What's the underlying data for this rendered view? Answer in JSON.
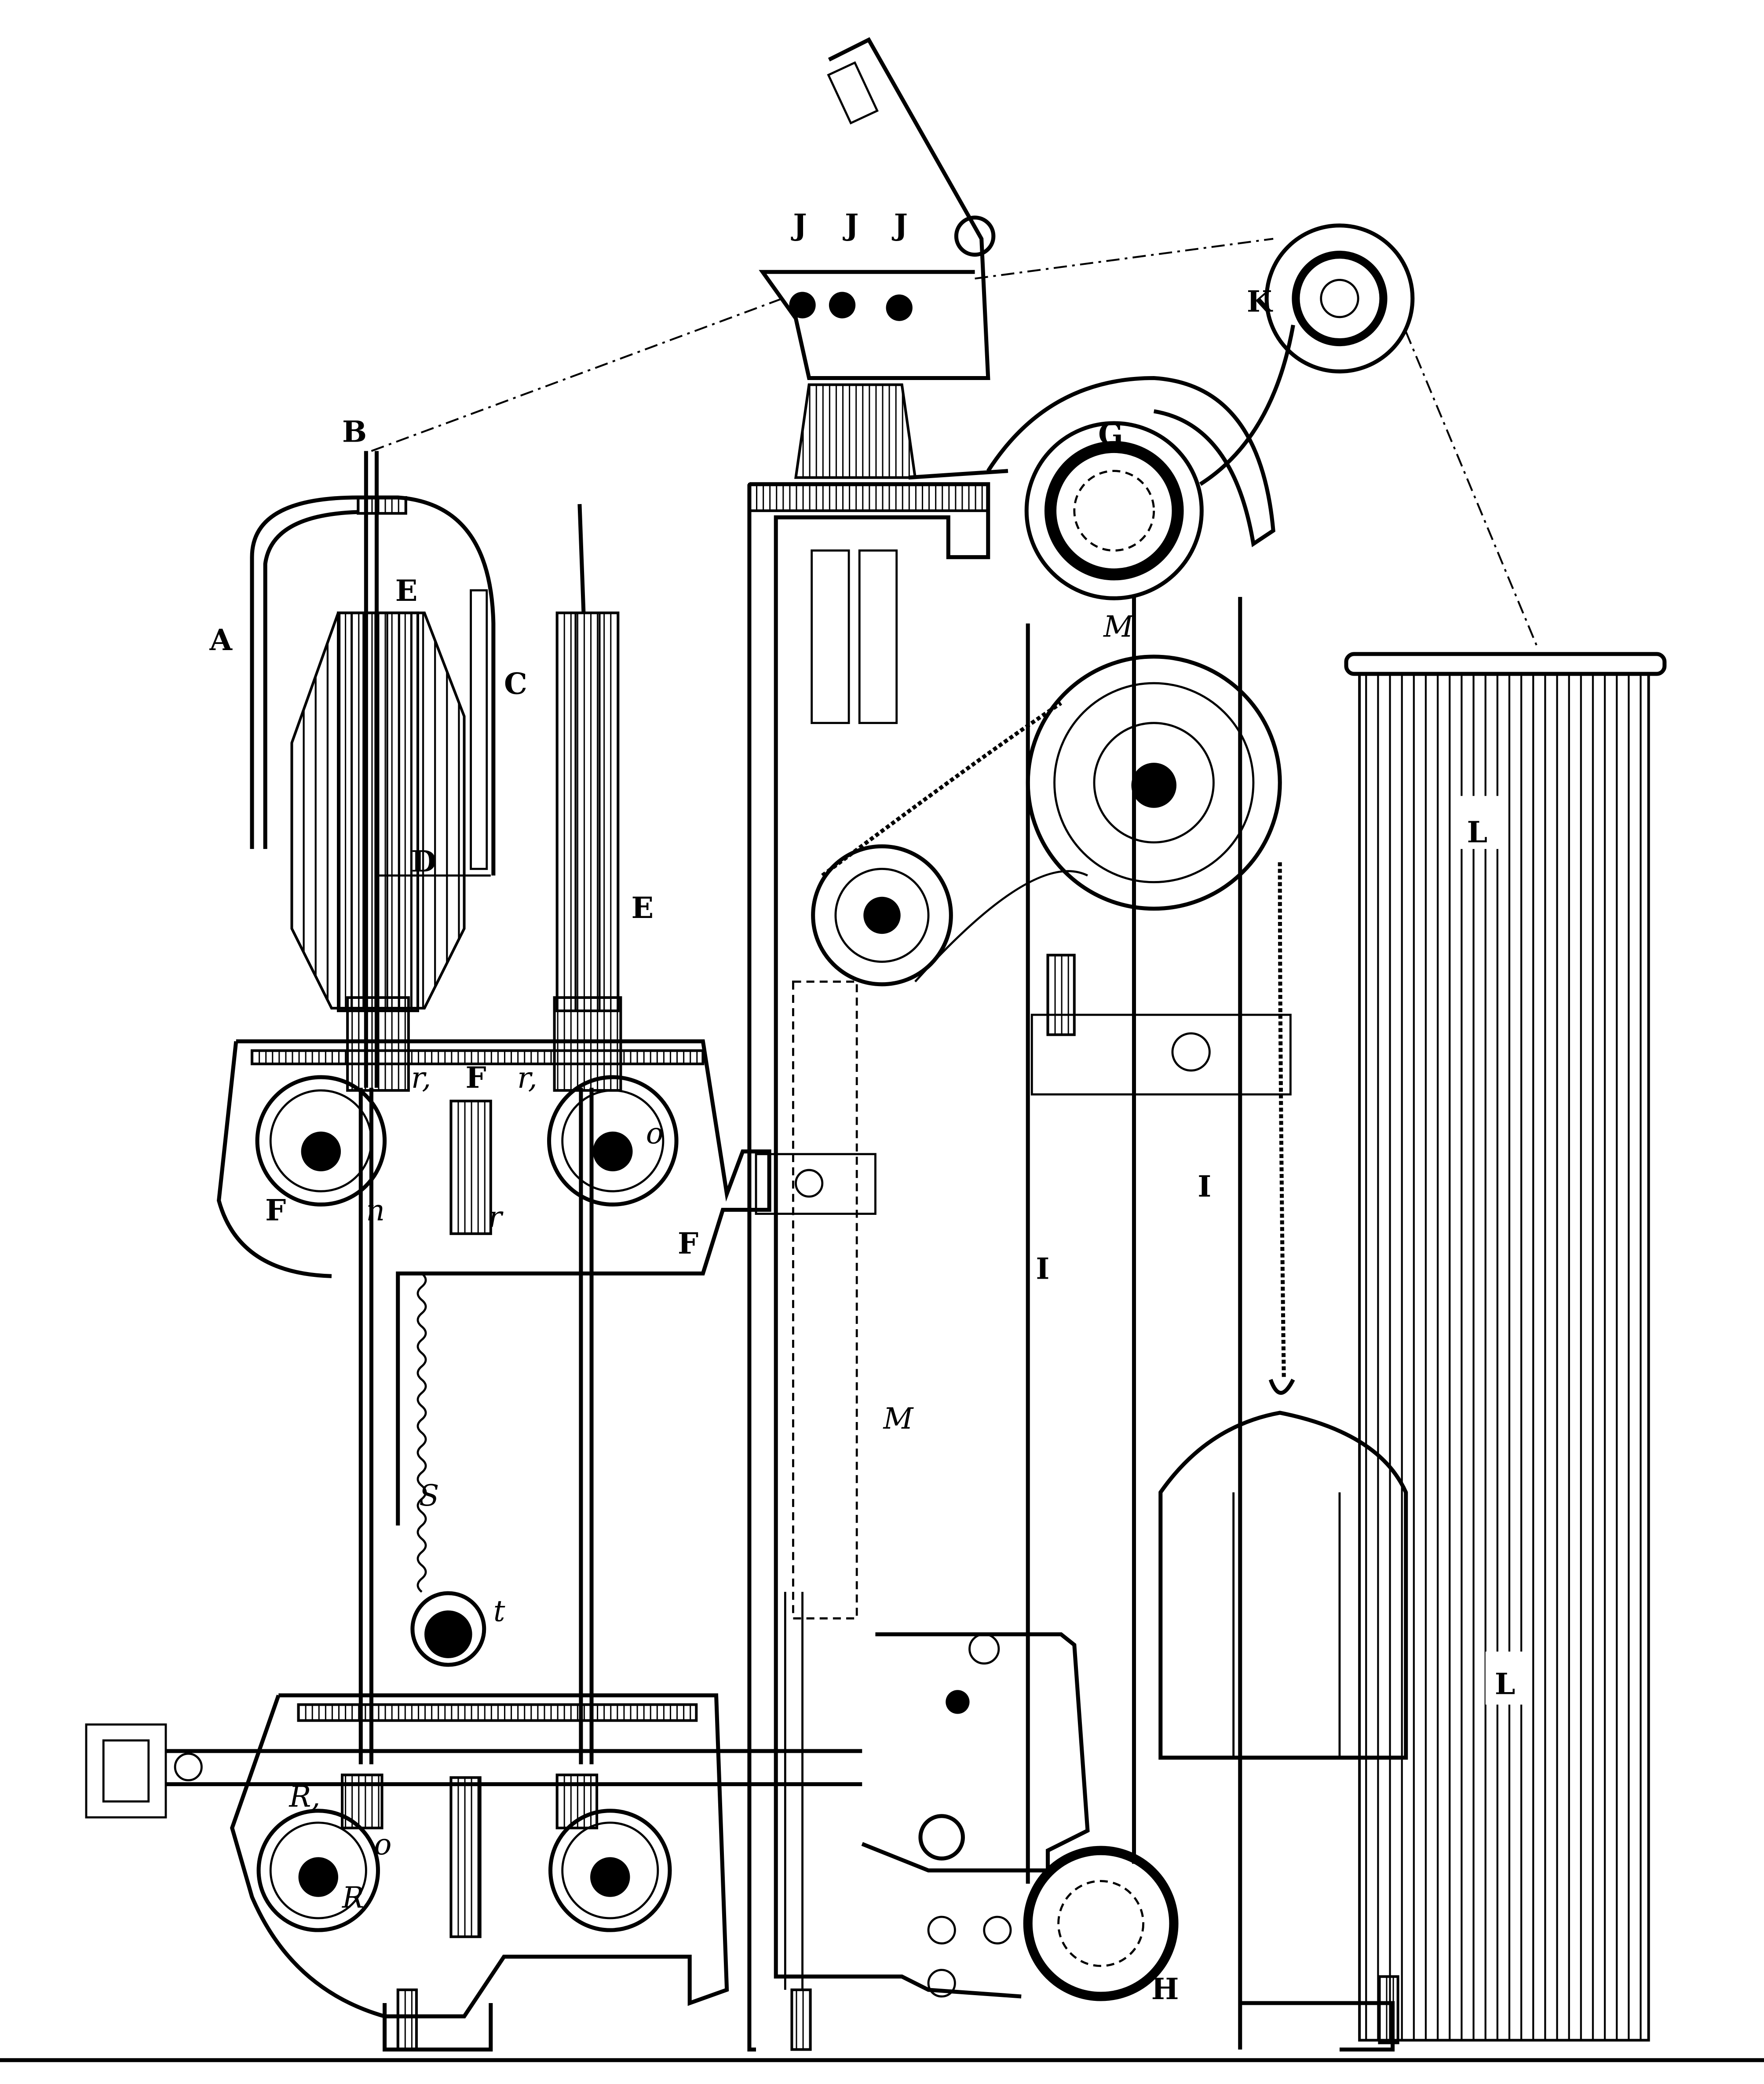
{
  "figure": {
    "labels": {
      "A": "A",
      "B": "B",
      "C": "C",
      "D": "D",
      "E1": "E",
      "E2": "E",
      "F1": "F",
      "F2": "F",
      "F3": "F",
      "r1a": "r,",
      "r1b": "r,",
      "n1": "n",
      "r2": "r",
      "S": "S",
      "t": "t",
      "R1": "R,",
      "R2": "R",
      "o1": "o",
      "o2": "o",
      "J1": "J",
      "J2": "J",
      "J3": "J",
      "K": "K",
      "G": "G",
      "M1": "M",
      "M2": "M",
      "L1": "L",
      "L2": "L",
      "I1": "I",
      "I2": "I",
      "H": "H"
    },
    "colors": {
      "ink": "#000000",
      "paper": "#ffffff"
    }
  }
}
